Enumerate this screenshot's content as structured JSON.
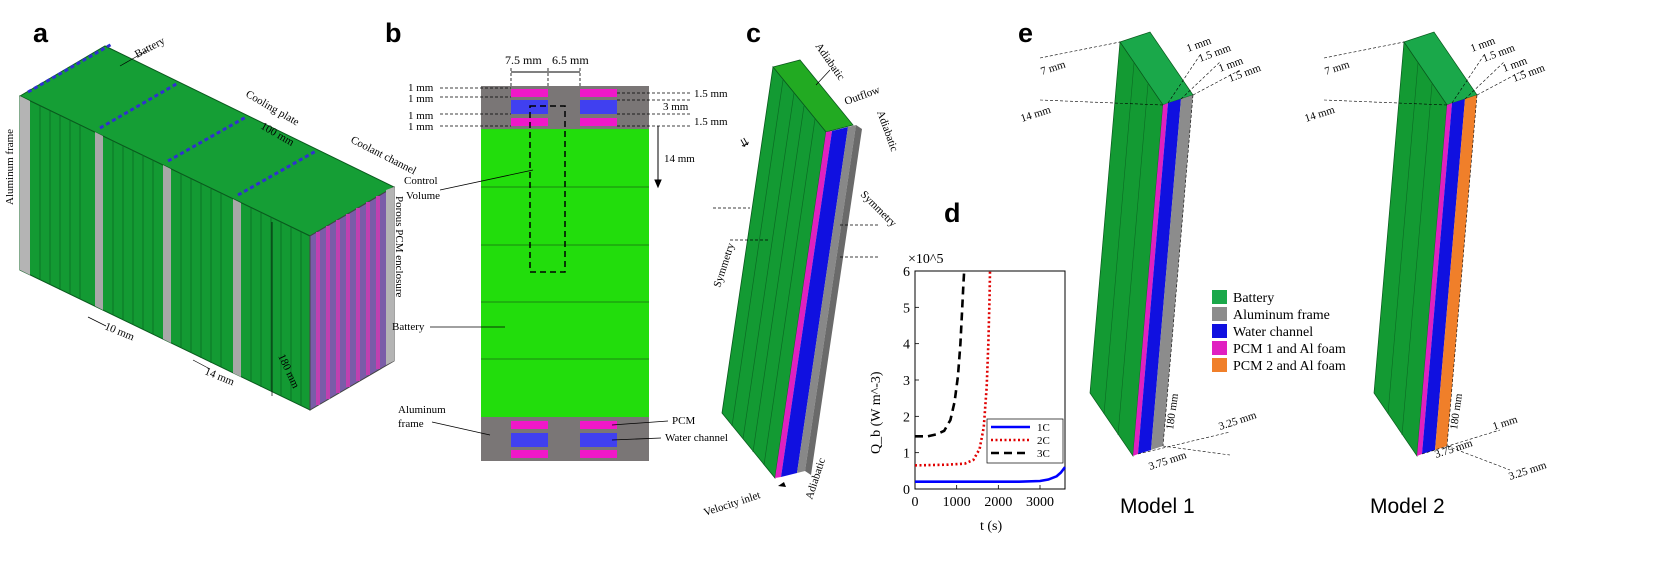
{
  "panels": {
    "a": {
      "label": "a",
      "annotations": [
        "Battery",
        "Cooling plate",
        "100 mm",
        "Coolant channel",
        "Aluminum frame",
        "Porous PCM enclosure",
        "10 mm",
        "14 mm",
        "180 mm"
      ]
    },
    "b": {
      "label": "b",
      "annotations": [
        "7.5 mm",
        "6.5 mm",
        "1 mm",
        "1 mm",
        "1 mm",
        "1 mm",
        "1.5 mm",
        "3 mm",
        "1.5 mm",
        "14 mm",
        "Control",
        "Volume",
        "Battery",
        "Aluminum",
        "frame",
        "PCM",
        "Water channel"
      ]
    },
    "c": {
      "label": "c",
      "annotations": [
        "Adiabatic",
        "Outflow",
        "Adiabatic",
        "Symmetry",
        "Symmetry",
        "Velocity inlet",
        "Adiabatic"
      ]
    },
    "d": {
      "label": "d"
    },
    "e": {
      "label": "e",
      "model1_annotations": [
        "7 mm",
        "14 mm",
        "1 mm",
        "1.5 mm",
        "1 mm",
        "1.5 mm",
        "180 mm",
        "3.25 mm",
        "3.75 mm"
      ],
      "model2_annotations": [
        "7 mm",
        "14 mm",
        "1 mm",
        "1.5 mm",
        "1 mm",
        "1.5 mm",
        "180 mm",
        "1 mm",
        "3.75 mm",
        "3.25 mm"
      ],
      "model1_caption": "Model 1",
      "model2_caption": "Model 2",
      "legend": [
        {
          "label": "Battery",
          "color": "#1aa84a"
        },
        {
          "label": "Aluminum frame",
          "color": "#8c8c8c"
        },
        {
          "label": "Water channel",
          "color": "#1010e0"
        },
        {
          "label": "PCM 1 and Al foam",
          "color": "#e020c0"
        },
        {
          "label": "PCM 2 and Al foam",
          "color": "#f07f2a"
        }
      ]
    }
  },
  "chart_data": {
    "type": "line",
    "title": "",
    "xlabel": "t (s)",
    "ylabel": "Q_b (W m^-3)",
    "y_multiplier": "×10^5",
    "xlim": [
      0,
      3600
    ],
    "ylim": [
      0,
      6
    ],
    "xticks": [
      "0",
      "1000",
      "2000",
      "3000"
    ],
    "yticks": [
      "0",
      "1",
      "2",
      "3",
      "4",
      "5",
      "6"
    ],
    "legend_position": "bottom-right",
    "series": [
      {
        "name": "1C",
        "style": "solid",
        "color": "#0000ff",
        "x": [
          0,
          500,
          1000,
          1500,
          2000,
          2500,
          3000,
          3200,
          3400,
          3500,
          3600
        ],
        "y": [
          0.2,
          0.2,
          0.2,
          0.2,
          0.2,
          0.2,
          0.22,
          0.26,
          0.35,
          0.45,
          0.6
        ]
      },
      {
        "name": "2C",
        "style": "dotted",
        "color": "#e00000",
        "x": [
          0,
          400,
          800,
          1200,
          1400,
          1550,
          1650,
          1720,
          1760,
          1790,
          1800
        ],
        "y": [
          0.65,
          0.66,
          0.67,
          0.7,
          0.8,
          1.1,
          1.7,
          2.8,
          4.0,
          5.3,
          6.0
        ]
      },
      {
        "name": "3C",
        "style": "dashed",
        "color": "#000000",
        "x": [
          0,
          300,
          500,
          700,
          850,
          950,
          1030,
          1090,
          1130,
          1160,
          1180
        ],
        "y": [
          1.45,
          1.45,
          1.5,
          1.6,
          1.9,
          2.4,
          3.1,
          4.0,
          4.9,
          5.6,
          6.0
        ]
      }
    ]
  }
}
